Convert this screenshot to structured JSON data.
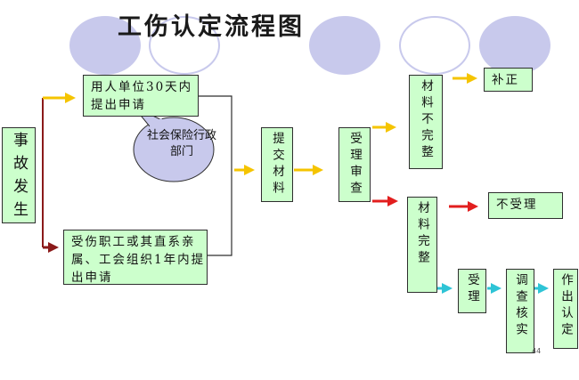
{
  "title": "工伤认定流程图",
  "nodes": {
    "accident": "事故发生",
    "employer_apply": "用人单位30天内提出申请",
    "social_security_dept": "社会保险行政部门",
    "worker_apply": "受伤职工或其直系亲属、工会组织1年内提出申请",
    "submit_materials": "提交材料",
    "review": "受理审查",
    "incomplete_materials": "材料不完整",
    "supplement": "补正",
    "complete_materials": "材料完整",
    "not_accepted": "不受理",
    "accept": "受理",
    "investigate_verify": "调查核实",
    "make_determination": "作出认定"
  },
  "page_number": "44",
  "colors": {
    "box_fill": "#ccffcc",
    "circle_fill": "#c8c9ec",
    "arrow_yellow": "#f5c400",
    "arrow_darkred": "#8b1a1a",
    "arrow_red": "#e21e1e",
    "arrow_cyan": "#2ec4d6"
  }
}
